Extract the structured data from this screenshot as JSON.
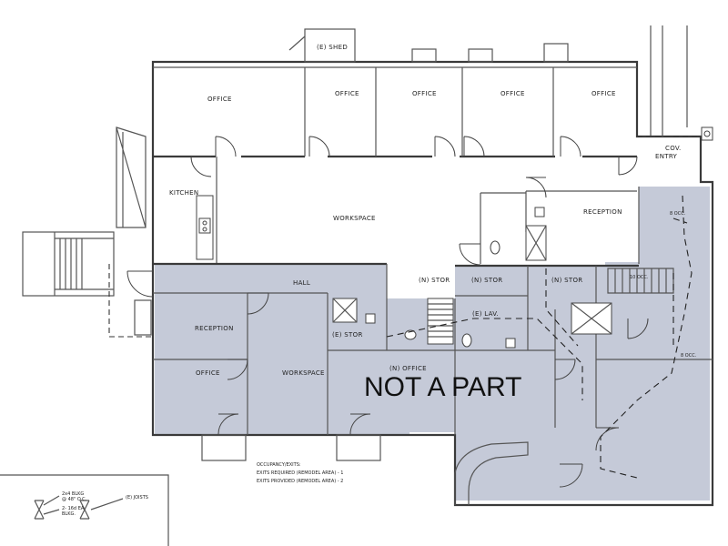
{
  "rooms": {
    "shed": "(E) SHED",
    "office_1": "OFFICE",
    "office_2": "OFFICE",
    "office_3": "OFFICE",
    "office_4": "OFFICE",
    "office_5": "OFFICE",
    "cov_entry_1": "COV.",
    "cov_entry_2": "ENTRY",
    "kitchen": "KITCHEN",
    "workspace_top": "WORKSPACE",
    "reception_top": "RECEPTION",
    "hall": "HALL",
    "n_stor_1": "(N) STOR",
    "n_stor_2": "(N) STOR",
    "n_stor_3": "(N) STOR",
    "e_lav": "(E) LAV.",
    "e_stor": "(E) STOR",
    "reception_left": "RECEPTION",
    "office_left": "OFFICE",
    "workspace_left": "WORKSPACE",
    "n_office": "(N) OFFICE",
    "occ_1": "8 OCC.",
    "occ_2": "10 OCC.",
    "occ_3": "8 OCC."
  },
  "overlay": {
    "not_a_part": "NOT A PART"
  },
  "notes": {
    "occupancy_title": "OCCUPANCY/EXITS:",
    "exits_required": "EXITS REQUIRED (REMODEL AREA) - 1",
    "exits_provided": "EXITS PROVIDED (REMODEL AREA) - 2"
  },
  "legend": {
    "item_1_a": "2x4 BLKG",
    "item_1_b": "@ 48\" O.C.",
    "item_2_a": "2- 16d EA.",
    "item_2_b": "BLKG.",
    "item_3": "(E) JOISTS"
  },
  "colors": {
    "not_a_part_shade": "#c5cad8",
    "wall": "#3a3a3a",
    "background": "#ffffff"
  }
}
